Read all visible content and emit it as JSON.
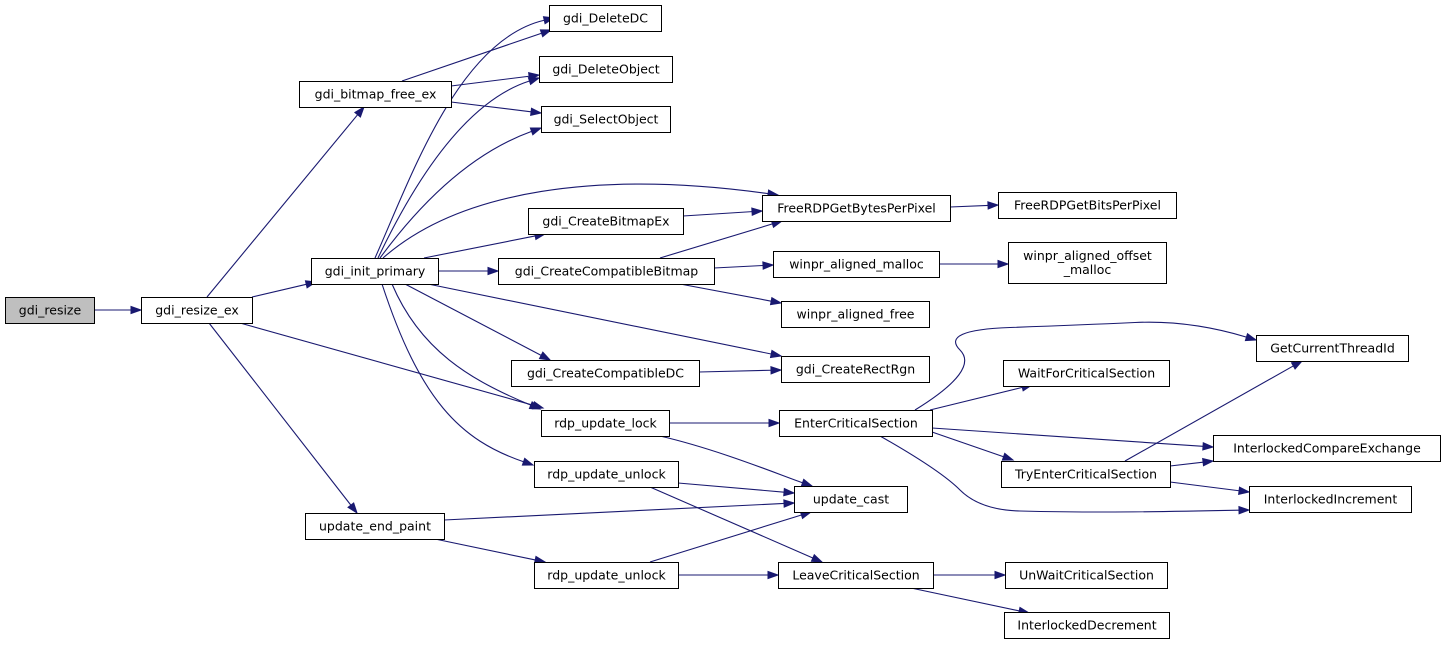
{
  "diagram": {
    "colors": {
      "edge": "#191970",
      "root_fill": "#bfbfbf",
      "node_fill": "#ffffff",
      "border": "#000000"
    },
    "nodes": [
      {
        "id": "gdi_resize",
        "lines": [
          "gdi_resize"
        ],
        "root": true
      },
      {
        "id": "gdi_resize_ex",
        "lines": [
          "gdi_resize_ex"
        ]
      },
      {
        "id": "gdi_bitmap_free_ex",
        "lines": [
          "gdi_bitmap_free_ex"
        ]
      },
      {
        "id": "gdi_init_primary",
        "lines": [
          "gdi_init_primary"
        ]
      },
      {
        "id": "update_end_paint",
        "lines": [
          "update_end_paint"
        ]
      },
      {
        "id": "gdi_DeleteDC",
        "lines": [
          "gdi_DeleteDC"
        ]
      },
      {
        "id": "gdi_DeleteObject",
        "lines": [
          "gdi_DeleteObject"
        ]
      },
      {
        "id": "gdi_SelectObject",
        "lines": [
          "gdi_SelectObject"
        ]
      },
      {
        "id": "gdi_CreateBitmapEx",
        "lines": [
          "gdi_CreateBitmapEx"
        ]
      },
      {
        "id": "gdi_CreateCompatibleBitmap",
        "lines": [
          "gdi_CreateCompatibleBitmap"
        ]
      },
      {
        "id": "gdi_CreateCompatibleDC",
        "lines": [
          "gdi_CreateCompatibleDC"
        ]
      },
      {
        "id": "rdp_update_lock",
        "lines": [
          "rdp_update_lock"
        ]
      },
      {
        "id": "rdp_update_unlock_a",
        "lines": [
          "rdp_update_unlock"
        ]
      },
      {
        "id": "rdp_update_unlock_b",
        "lines": [
          "rdp_update_unlock"
        ]
      },
      {
        "id": "FreeRDPGetBytesPerPixel",
        "lines": [
          "FreeRDPGetBytesPerPixel"
        ]
      },
      {
        "id": "FreeRDPGetBitsPerPixel",
        "lines": [
          "FreeRDPGetBitsPerPixel"
        ]
      },
      {
        "id": "winpr_aligned_malloc",
        "lines": [
          "winpr_aligned_malloc"
        ]
      },
      {
        "id": "winpr_aligned_offset_malloc",
        "lines": [
          "winpr_aligned_offset",
          "_malloc"
        ]
      },
      {
        "id": "winpr_aligned_free",
        "lines": [
          "winpr_aligned_free"
        ]
      },
      {
        "id": "gdi_CreateRectRgn",
        "lines": [
          "gdi_CreateRectRgn"
        ]
      },
      {
        "id": "EnterCriticalSection",
        "lines": [
          "EnterCriticalSection"
        ]
      },
      {
        "id": "update_cast",
        "lines": [
          "update_cast"
        ]
      },
      {
        "id": "LeaveCriticalSection",
        "lines": [
          "LeaveCriticalSection"
        ]
      },
      {
        "id": "GetCurrentThreadId",
        "lines": [
          "GetCurrentThreadId"
        ]
      },
      {
        "id": "WaitForCriticalSection",
        "lines": [
          "WaitForCriticalSection"
        ]
      },
      {
        "id": "InterlockedCompareExchange",
        "lines": [
          "InterlockedCompareExchange"
        ]
      },
      {
        "id": "TryEnterCriticalSection",
        "lines": [
          "TryEnterCriticalSection"
        ]
      },
      {
        "id": "InterlockedIncrement",
        "lines": [
          "InterlockedIncrement"
        ]
      },
      {
        "id": "UnWaitCriticalSection",
        "lines": [
          "UnWaitCriticalSection"
        ]
      },
      {
        "id": "InterlockedDecrement",
        "lines": [
          "InterlockedDecrement"
        ]
      }
    ],
    "edges": [
      {
        "from": "gdi_resize",
        "to": "gdi_resize_ex"
      },
      {
        "from": "gdi_resize_ex",
        "to": "gdi_bitmap_free_ex"
      },
      {
        "from": "gdi_resize_ex",
        "to": "gdi_init_primary"
      },
      {
        "from": "gdi_resize_ex",
        "to": "rdp_update_lock"
      },
      {
        "from": "gdi_resize_ex",
        "to": "update_end_paint"
      },
      {
        "from": "gdi_bitmap_free_ex",
        "to": "gdi_DeleteDC"
      },
      {
        "from": "gdi_bitmap_free_ex",
        "to": "gdi_DeleteObject"
      },
      {
        "from": "gdi_bitmap_free_ex",
        "to": "gdi_SelectObject"
      },
      {
        "from": "gdi_init_primary",
        "to": "gdi_DeleteDC"
      },
      {
        "from": "gdi_init_primary",
        "to": "gdi_DeleteObject"
      },
      {
        "from": "gdi_init_primary",
        "to": "gdi_SelectObject"
      },
      {
        "from": "gdi_init_primary",
        "to": "FreeRDPGetBytesPerPixel"
      },
      {
        "from": "gdi_init_primary",
        "to": "gdi_CreateBitmapEx"
      },
      {
        "from": "gdi_init_primary",
        "to": "gdi_CreateCompatibleBitmap"
      },
      {
        "from": "gdi_init_primary",
        "to": "gdi_CreateRectRgn"
      },
      {
        "from": "gdi_init_primary",
        "to": "gdi_CreateCompatibleDC"
      },
      {
        "from": "gdi_init_primary",
        "to": "rdp_update_lock"
      },
      {
        "from": "gdi_init_primary",
        "to": "rdp_update_unlock_a"
      },
      {
        "from": "gdi_CreateBitmapEx",
        "to": "FreeRDPGetBytesPerPixel"
      },
      {
        "from": "gdi_CreateCompatibleBitmap",
        "to": "FreeRDPGetBytesPerPixel"
      },
      {
        "from": "gdi_CreateCompatibleBitmap",
        "to": "winpr_aligned_malloc"
      },
      {
        "from": "gdi_CreateCompatibleBitmap",
        "to": "winpr_aligned_free"
      },
      {
        "from": "FreeRDPGetBytesPerPixel",
        "to": "FreeRDPGetBitsPerPixel"
      },
      {
        "from": "winpr_aligned_malloc",
        "to": "winpr_aligned_offset_malloc"
      },
      {
        "from": "gdi_CreateCompatibleDC",
        "to": "gdi_CreateRectRgn"
      },
      {
        "from": "rdp_update_lock",
        "to": "EnterCriticalSection"
      },
      {
        "from": "rdp_update_lock",
        "to": "update_cast"
      },
      {
        "from": "rdp_update_unlock_a",
        "to": "update_cast"
      },
      {
        "from": "rdp_update_unlock_a",
        "to": "LeaveCriticalSection"
      },
      {
        "from": "update_end_paint",
        "to": "update_cast"
      },
      {
        "from": "update_end_paint",
        "to": "rdp_update_unlock_b"
      },
      {
        "from": "rdp_update_unlock_b",
        "to": "update_cast"
      },
      {
        "from": "rdp_update_unlock_b",
        "to": "LeaveCriticalSection"
      },
      {
        "from": "EnterCriticalSection",
        "to": "GetCurrentThreadId"
      },
      {
        "from": "EnterCriticalSection",
        "to": "WaitForCriticalSection"
      },
      {
        "from": "EnterCriticalSection",
        "to": "InterlockedCompareExchange"
      },
      {
        "from": "EnterCriticalSection",
        "to": "TryEnterCriticalSection"
      },
      {
        "from": "EnterCriticalSection",
        "to": "InterlockedIncrement"
      },
      {
        "from": "TryEnterCriticalSection",
        "to": "GetCurrentThreadId"
      },
      {
        "from": "TryEnterCriticalSection",
        "to": "InterlockedCompareExchange"
      },
      {
        "from": "TryEnterCriticalSection",
        "to": "InterlockedIncrement"
      },
      {
        "from": "LeaveCriticalSection",
        "to": "UnWaitCriticalSection"
      },
      {
        "from": "LeaveCriticalSection",
        "to": "InterlockedDecrement"
      }
    ]
  }
}
